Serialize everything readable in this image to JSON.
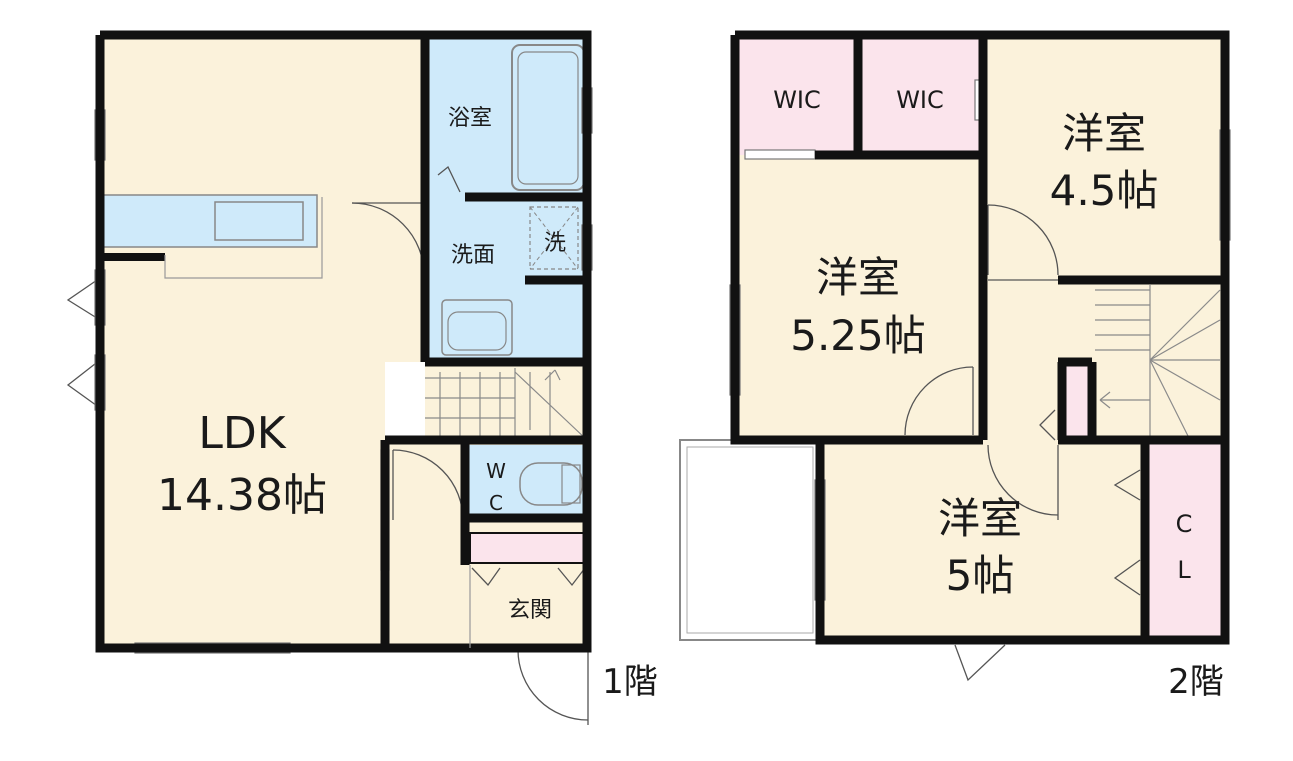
{
  "colors": {
    "wall": "#111111",
    "room_beige": "#fbf2db",
    "wet_blue": "#cfeafa",
    "closet_pink": "#fbe4ec",
    "fixture_blue": "#cfeafa",
    "outline_gray": "#9a9a9a"
  },
  "floor1": {
    "level_label": "1階",
    "rooms": {
      "ldk_name": "LDK",
      "ldk_size": "14.38帖",
      "bath": "浴室",
      "washroom": "洗面",
      "washer": "洗",
      "wc_top": "W",
      "wc_bottom": "C",
      "entrance": "玄関"
    }
  },
  "floor2": {
    "level_label": "2階",
    "rooms": {
      "wic_left": "WIC",
      "wic_right": "WIC",
      "western_a_name": "洋室",
      "western_a_size": "4.5帖",
      "western_b_name": "洋室",
      "western_b_size": "5.25帖",
      "western_c_name": "洋室",
      "western_c_size": "5帖",
      "closet_top": "C",
      "closet_bottom": "L"
    }
  }
}
